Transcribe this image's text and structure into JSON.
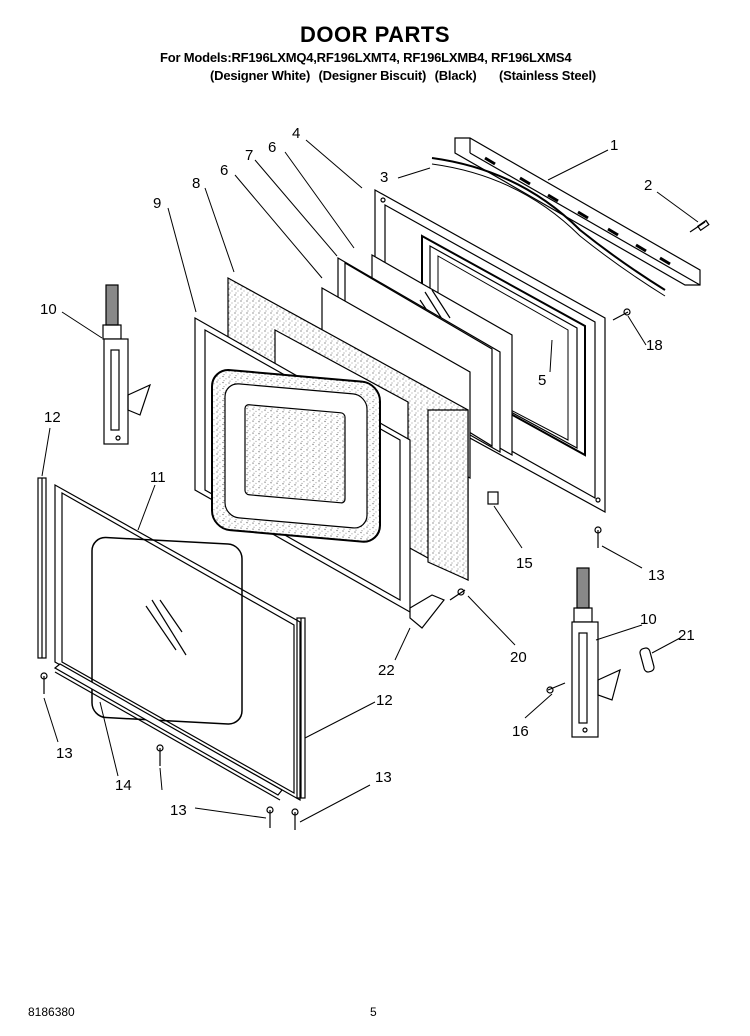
{
  "header": {
    "title": "DOOR PARTS",
    "models_line": "For Models:RF196LXMQ4,RF196LXMT4, RF196LXMB4, RF196LXMS4",
    "colors": [
      "(Designer White)",
      "(Designer Biscuit)",
      "(Black)",
      "(Stainless Steel)"
    ]
  },
  "callouts": {
    "c1": "1",
    "c2": "2",
    "c3": "3",
    "c4": "4",
    "c5": "5",
    "c6a": "6",
    "c6b": "6",
    "c7": "7",
    "c8": "8",
    "c9": "9",
    "c10a": "10",
    "c10b": "10",
    "c11": "11",
    "c12a": "12",
    "c12b": "12",
    "c13a": "13",
    "c13b": "13",
    "c13c": "13",
    "c13d": "13",
    "c14": "14",
    "c15": "15",
    "c16": "16",
    "c18": "18",
    "c20": "20",
    "c21": "21",
    "c22": "22"
  },
  "footer": {
    "doc_number": "8186380",
    "page_number": "5"
  }
}
